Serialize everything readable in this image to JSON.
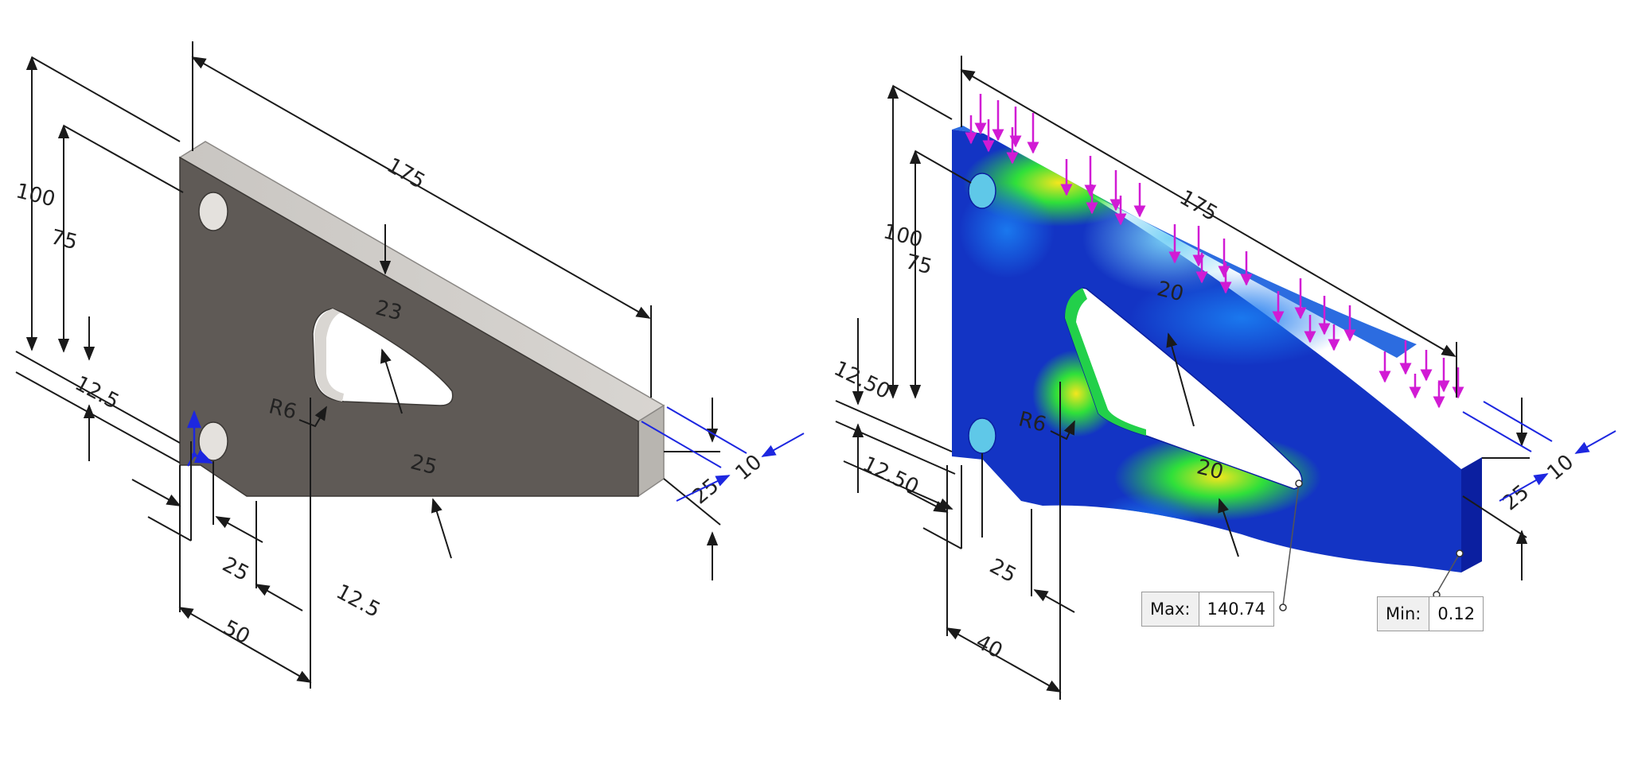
{
  "model_view": {
    "dims": {
      "height_100": "100",
      "height_75": "75",
      "length_175": "175",
      "rib_23": "23",
      "rib_25": "25",
      "radius": "R6",
      "edge_12_5_left": "12.5",
      "hole_spacing_25": "25",
      "offset_12_5": "12.5",
      "base_50": "50",
      "thickness_10": "10",
      "end_25": "25"
    }
  },
  "sim_view": {
    "dims": {
      "height_100": "100",
      "height_75": "75",
      "length_175": "175",
      "rib_20_top": "20",
      "rib_20_bottom": "20",
      "radius": "R6",
      "edge_12_50_a": "12.50",
      "edge_12_50_b": "12.50",
      "hole_spacing_25": "25",
      "base_40": "40",
      "thickness_10": "10",
      "end_25": "25"
    },
    "max_label": "Max:",
    "max_value": "140.74",
    "min_label": "Min:",
    "min_value": "0.12",
    "colors": {
      "low": "#0a1aa8",
      "mid": "#1f7fe8",
      "high": "#2fe03a",
      "peak": "#f0e020",
      "load_arrow": "#d11bd4"
    }
  }
}
